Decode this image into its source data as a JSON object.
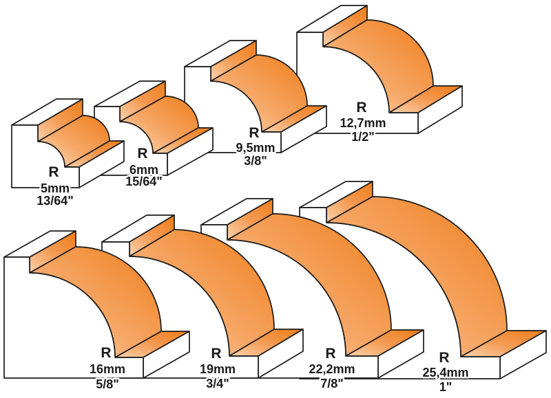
{
  "colors": {
    "orange_dark": "#ef7d1a",
    "orange_mid": "#f6a766",
    "orange_light": "#fde3c8",
    "outline": "#1a1a1a",
    "face": "#ffffff"
  },
  "profiles": [
    {
      "radius_symbol": "R",
      "metric": "5mm",
      "imperial": "13/64\""
    },
    {
      "radius_symbol": "R",
      "metric": "6mm",
      "imperial": "15/64\""
    },
    {
      "radius_symbol": "R",
      "metric": "9,5mm",
      "imperial": "3/8\""
    },
    {
      "radius_symbol": "R",
      "metric": "12,7mm",
      "imperial": "1/2\""
    },
    {
      "radius_symbol": "R",
      "metric": "16mm",
      "imperial": "5/8\""
    },
    {
      "radius_symbol": "R",
      "metric": "19mm",
      "imperial": "3/4\""
    },
    {
      "radius_symbol": "R",
      "metric": "22,2mm",
      "imperial": "7/8\""
    },
    {
      "radius_symbol": "R",
      "metric": "25,4mm",
      "imperial": "1\""
    }
  ]
}
